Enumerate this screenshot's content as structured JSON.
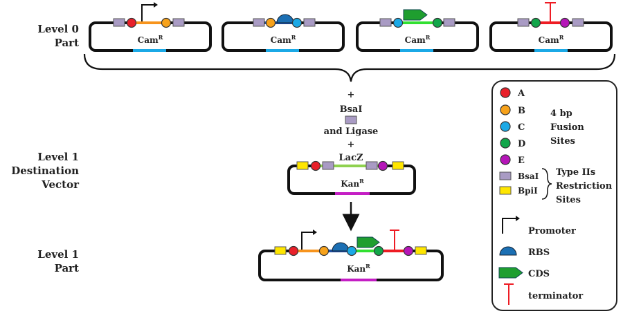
{
  "row_labels": {
    "level0": [
      "Level 0",
      "Part"
    ],
    "level1_dest": [
      "Level 1",
      "Destination",
      "Vector"
    ],
    "level1_part": [
      "Level 1",
      "Part"
    ]
  },
  "cam_marker": "Cam",
  "kan_marker": "Kan",
  "resistance_superscript": "R",
  "steps": {
    "plus1": "+",
    "enzyme": "BsaI",
    "ligase": "and Ligase",
    "plus2": "+",
    "insert": "LacZ"
  },
  "legend": {
    "fusion_sites": [
      "A",
      "B",
      "C",
      "D",
      "E"
    ],
    "fusion_label": [
      "4 bp",
      "Fusion",
      "Sites"
    ],
    "bsai": "BsaI",
    "bpii": "BpiI",
    "restriction_label": [
      "Type IIs",
      "Restriction",
      "Sites"
    ],
    "promoter": "Promoter",
    "rbs": "RBS",
    "cds": "CDS",
    "terminator": "terminator"
  },
  "colors": {
    "siteA": "#e8202a",
    "siteB": "#f7a21b",
    "siteC": "#1ba9e6",
    "siteD": "#12a64a",
    "siteE": "#b515b8",
    "bsai": "#a99bc4",
    "bpii": "#ffe600",
    "promoter_seg": "#f7941d",
    "rbs_seg": "#1f4fa0",
    "cds_seg": "#31e031",
    "term_seg": "#ee1c24",
    "lacz_seg": "#8fd14f",
    "cam_bar": "#1ba9e6",
    "kan_bar": "#c41ec4",
    "cds_arrow": "#1f9e2f",
    "rbs_dome": "#1b6fb3"
  }
}
